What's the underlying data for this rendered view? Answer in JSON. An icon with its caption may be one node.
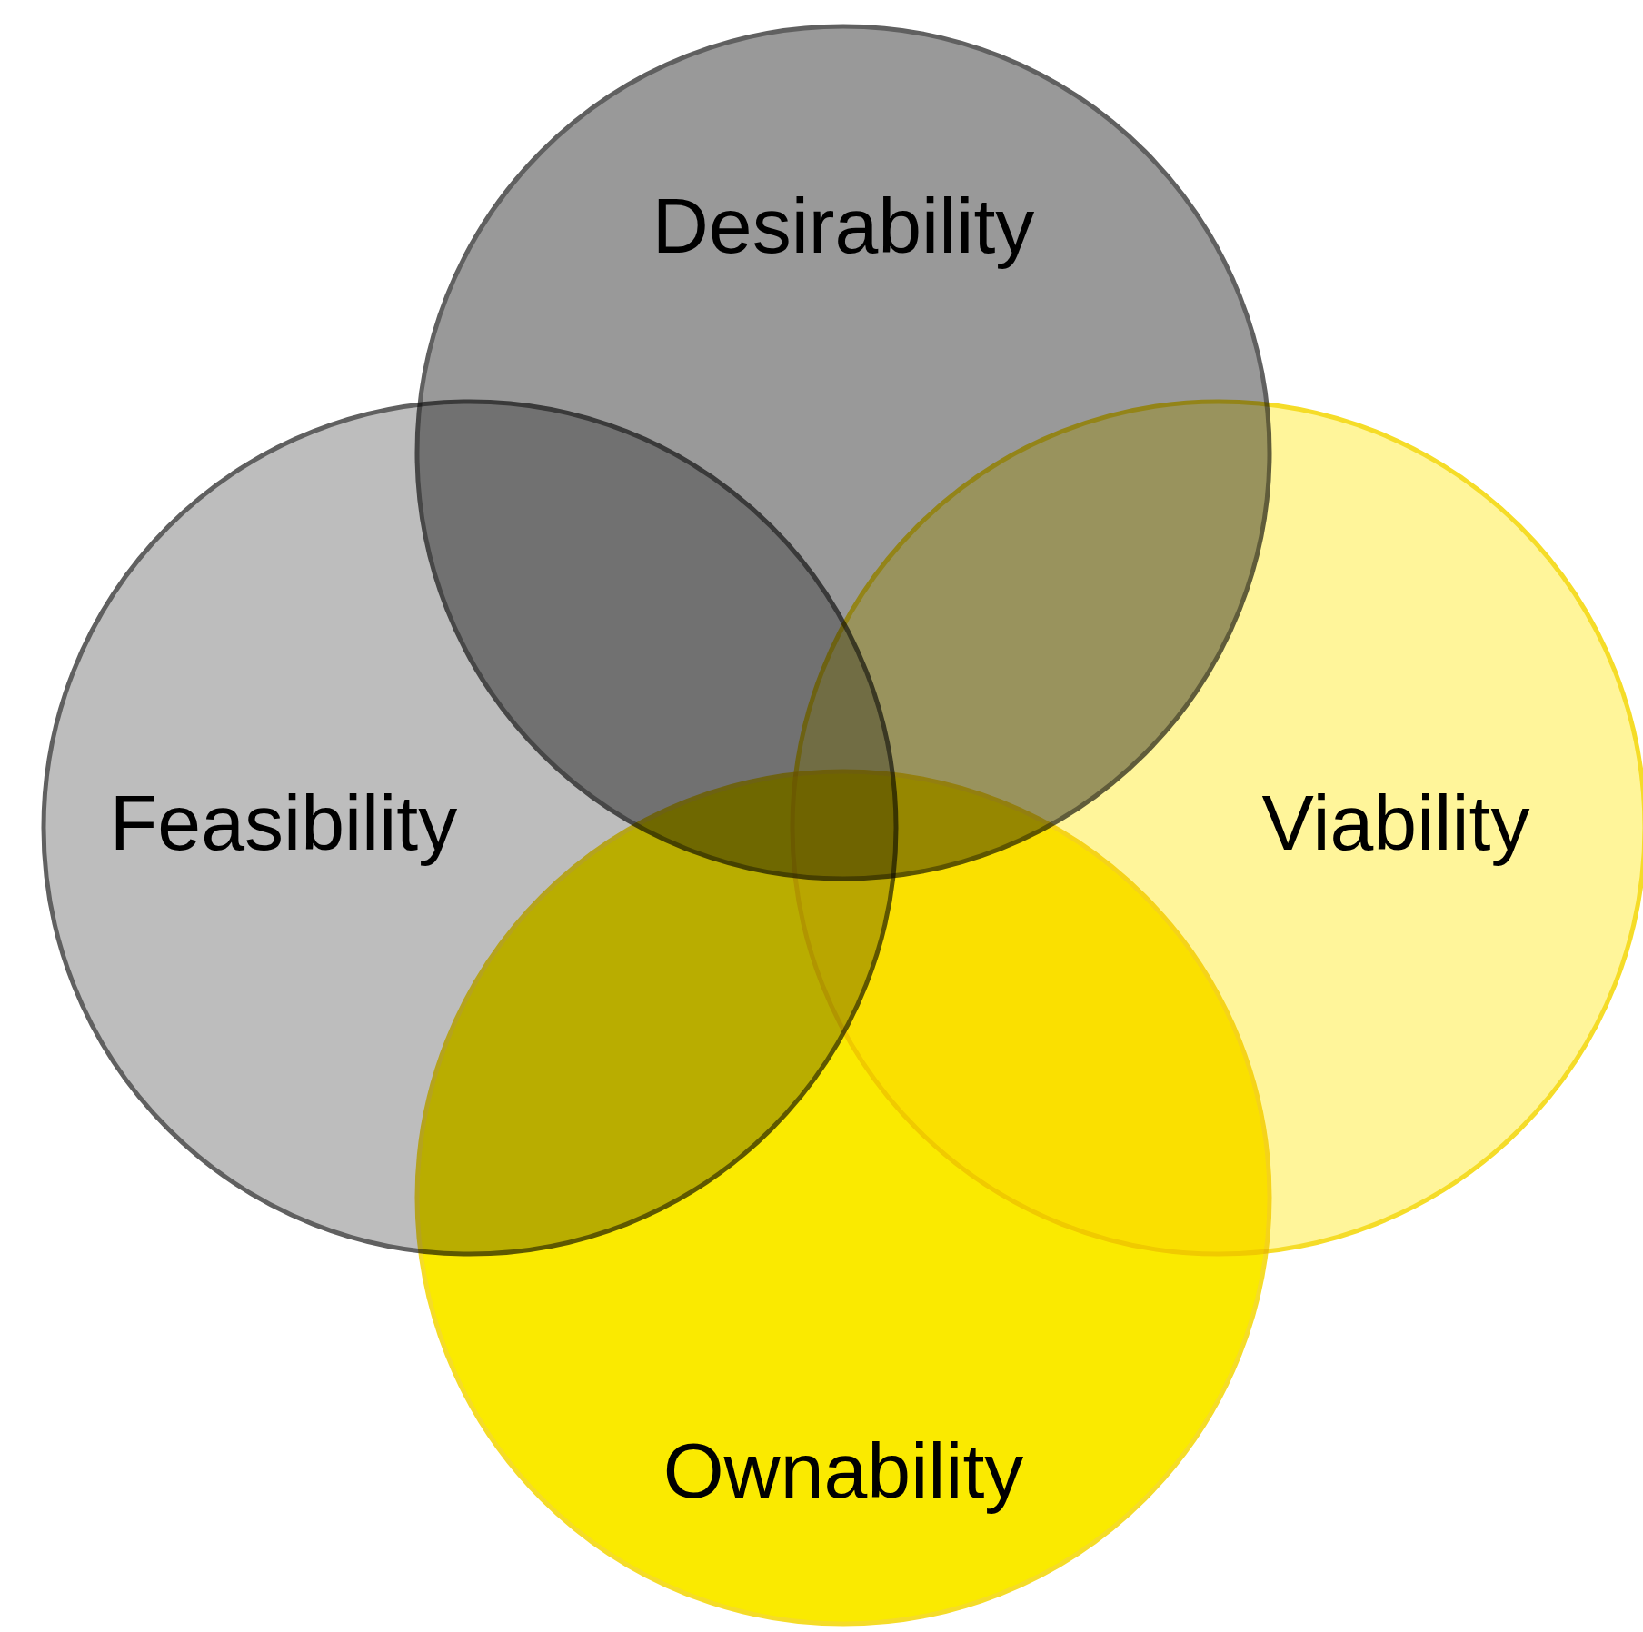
{
  "diagram": {
    "nodes": [
      {
        "text": [
          "Desirability"
        ]
      },
      {
        "text": [
          "Feasibility"
        ]
      },
      {
        "text": [
          "Viability"
        ]
      },
      {
        "text": [
          "Ownability"
        ]
      }
    ]
  }
}
